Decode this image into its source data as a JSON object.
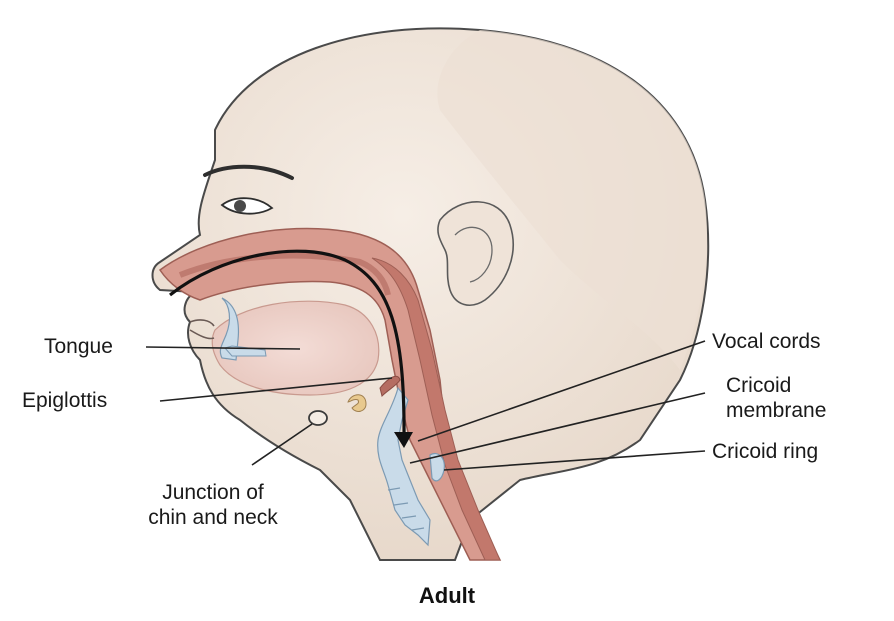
{
  "figure": {
    "caption": "Adult"
  },
  "labels": {
    "tongue": "Tongue",
    "epiglottis": "Epiglottis",
    "junction_line1": "Junction of",
    "junction_line2": "chin and neck",
    "vocal_cords": "Vocal cords",
    "cricoid_membrane_line1": "Cricoid",
    "cricoid_membrane_line2": "membrane",
    "cricoid_ring": "Cricoid ring"
  },
  "colors": {
    "skin": "#f2e8df",
    "skin_shadow": "#e4d6c9",
    "airway": "#c9877c",
    "airway_light": "#e3b3a9",
    "cartilage": "#b9d0e2",
    "outline": "#3a3a3a",
    "leader": "#222222"
  }
}
